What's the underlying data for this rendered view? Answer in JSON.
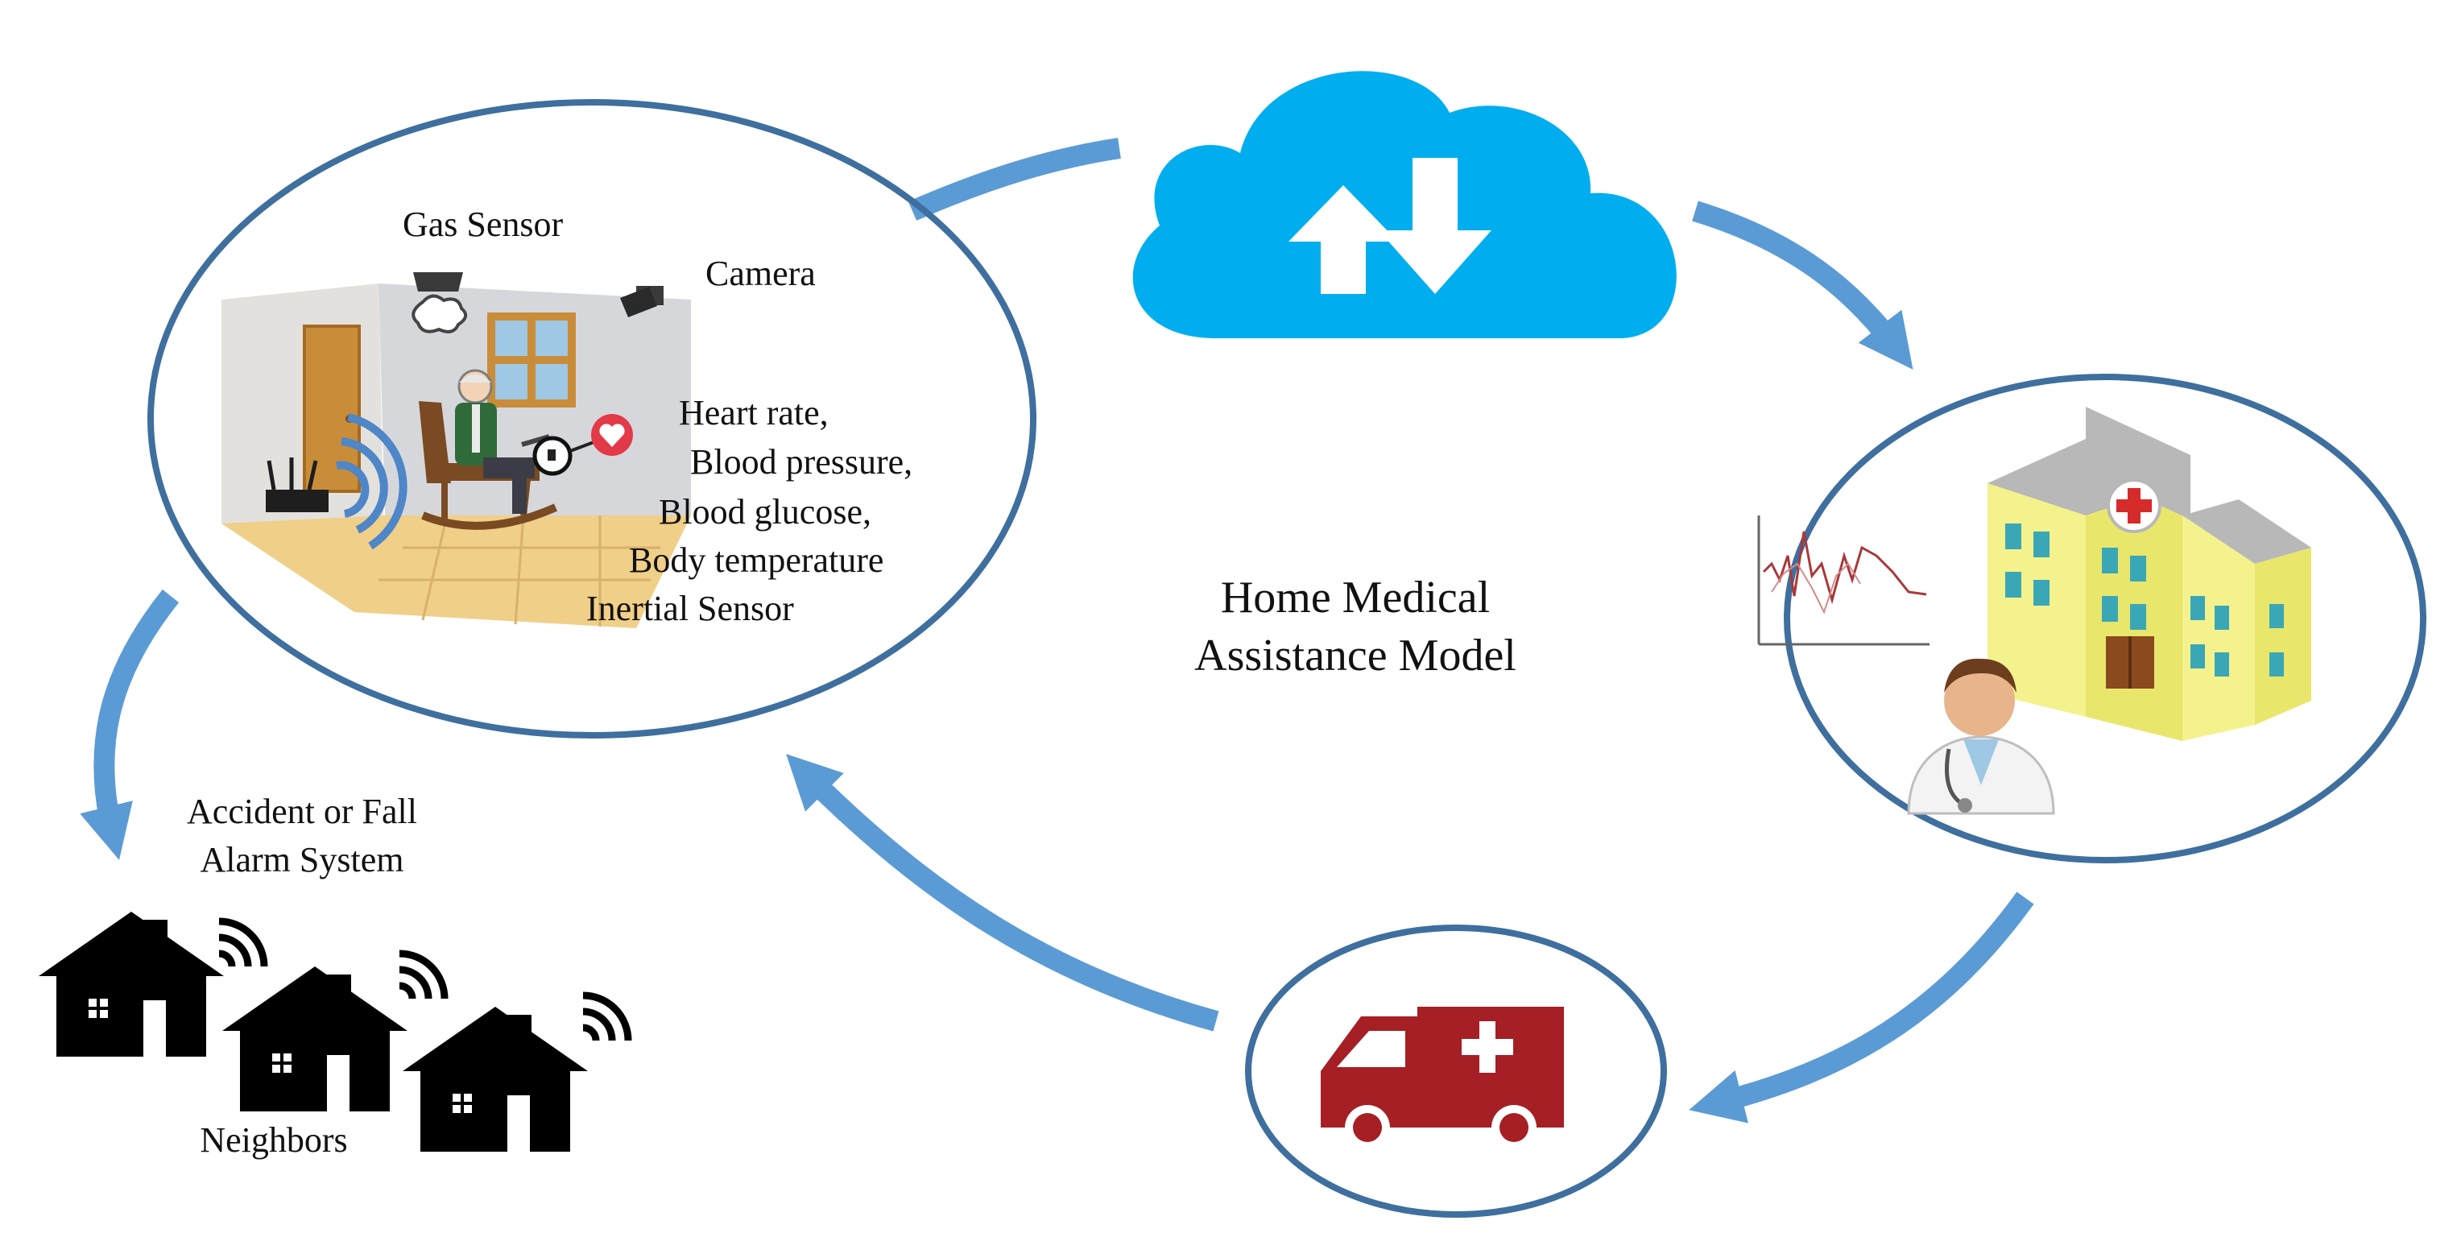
{
  "colors": {
    "ring": "#3e6f9e",
    "arrow": "#5b9bd5",
    "cloud": "#00aeef",
    "ambulance": "#a51f24",
    "building": "#f4f28c",
    "building_roof": "#b8b8b8",
    "window": "#3aa7b7",
    "house": "#000000"
  },
  "title": {
    "line1": "Home Medical",
    "line2": "Assistance Model"
  },
  "home": {
    "gas_sensor": "Gas Sensor",
    "camera": "Camera",
    "vitals": {
      "line1": "Heart rate,",
      "line2": "Blood pressure,",
      "line3": "Blood glucose,",
      "line4": "Body temperature"
    },
    "inertial": "Inertial Sensor"
  },
  "alarm": {
    "line1": "Accident or Fall",
    "line2": "Alarm System"
  },
  "neighbors": "Neighbors",
  "icons": {
    "cloud": "cloud-upload-download-icon",
    "hospital": "hospital-icon",
    "doctor": "doctor-icon",
    "ecg": "ecg-chart-icon",
    "ambulance": "ambulance-icon",
    "house": "house-icon",
    "wifi": "wifi-icon",
    "router": "router-icon",
    "heart": "heart-monitor-icon",
    "camera": "camera-icon",
    "gas": "gas-sensor-icon"
  }
}
